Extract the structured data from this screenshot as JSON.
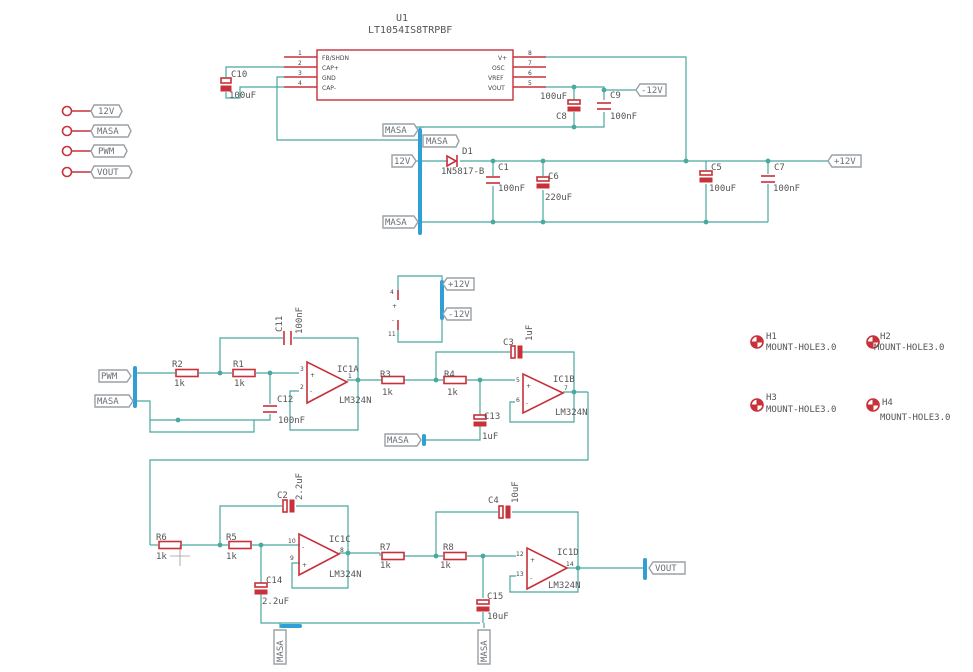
{
  "u1": {
    "ref": "U1",
    "part": "LT1054IS8TRPBF",
    "left_pins": [
      {
        "num": "1",
        "name": "FB/SHDN"
      },
      {
        "num": "2",
        "name": "CAP+"
      },
      {
        "num": "3",
        "name": "GND"
      },
      {
        "num": "4",
        "name": "CAP-"
      }
    ],
    "right_pins": [
      {
        "num": "8",
        "name": "V+"
      },
      {
        "num": "7",
        "name": "OSC"
      },
      {
        "num": "6",
        "name": "VREF"
      },
      {
        "num": "5",
        "name": "VOUT"
      }
    ]
  },
  "net_labels": {
    "left_12v": "12V",
    "left_masa": "MASA",
    "left_pwm": "PWM",
    "left_vout": "VOUT",
    "masa_top": "MASA",
    "masa_top2": "MASA",
    "in_12v": "12V",
    "masa_mid": "MASA",
    "neg12_top": "-12V",
    "pos12_right": "+12V",
    "pos12_pwr": "+12V",
    "neg12_pwr": "-12V",
    "pwm_in": "PWM",
    "masa_in": "MASA",
    "masa_c13": "MASA",
    "vout_out": "VOUT",
    "masa_bot1": "MASA",
    "masa_bot2": "MASA"
  },
  "components": {
    "c10": {
      "ref": "C10",
      "value": "100uF"
    },
    "c8": {
      "ref": "C8",
      "value": "100uF"
    },
    "c9": {
      "ref": "C9",
      "value": "100nF"
    },
    "d1": {
      "ref": "D1",
      "value": "1N5817-B"
    },
    "c1": {
      "ref": "C1",
      "value": "100nF"
    },
    "c6": {
      "ref": "C6",
      "value": "220uF"
    },
    "c5": {
      "ref": "C5",
      "value": "100uF"
    },
    "c7": {
      "ref": "C7",
      "value": "100nF"
    },
    "c11": {
      "ref": "C11",
      "value": "100nF"
    },
    "r2": {
      "ref": "R2",
      "value": "1k"
    },
    "r1": {
      "ref": "R1",
      "value": "1k"
    },
    "ic1a": {
      "ref": "IC1A",
      "value": "LM324N"
    },
    "c12": {
      "ref": "C12",
      "value": "100nF"
    },
    "r3": {
      "ref": "R3",
      "value": "1k"
    },
    "c3": {
      "ref": "C3",
      "value": "1uF"
    },
    "r4": {
      "ref": "R4",
      "value": "1k"
    },
    "ic1b": {
      "ref": "IC1B",
      "value": "LM324N"
    },
    "c13": {
      "ref": "C13",
      "value": "1uF"
    },
    "c2": {
      "ref": "C2",
      "value": "2.2uF"
    },
    "r6": {
      "ref": "R6",
      "value": "1k"
    },
    "r5": {
      "ref": "R5",
      "value": "1k"
    },
    "ic1c": {
      "ref": "IC1C",
      "value": "LM324N"
    },
    "c14": {
      "ref": "C14",
      "value": "2.2uF"
    },
    "r7": {
      "ref": "R7",
      "value": "1k"
    },
    "c4": {
      "ref": "C4",
      "value": "10uF"
    },
    "r8": {
      "ref": "R8",
      "value": "1k"
    },
    "ic1d": {
      "ref": "IC1D",
      "value": "LM324N"
    },
    "c15": {
      "ref": "C15",
      "value": "10uF"
    }
  },
  "pins": {
    "p1": "1",
    "p2": "2",
    "p3": "3",
    "p5": "5",
    "p6": "6",
    "p7": "7",
    "p8": "8",
    "p9": "9",
    "p10": "10",
    "p12": "12",
    "p13": "13",
    "p14": "14",
    "p4": "4",
    "p11": "11"
  },
  "mount_holes": [
    {
      "ref": "H1",
      "value": "MOUNT-HOLE3.0"
    },
    {
      "ref": "H2",
      "value": "MOUNT-HOLE3.0"
    },
    {
      "ref": "H3",
      "value": "MOUNT-HOLE3.0"
    },
    {
      "ref": "H4",
      "value": "MOUNT-HOLE3.0"
    }
  ]
}
